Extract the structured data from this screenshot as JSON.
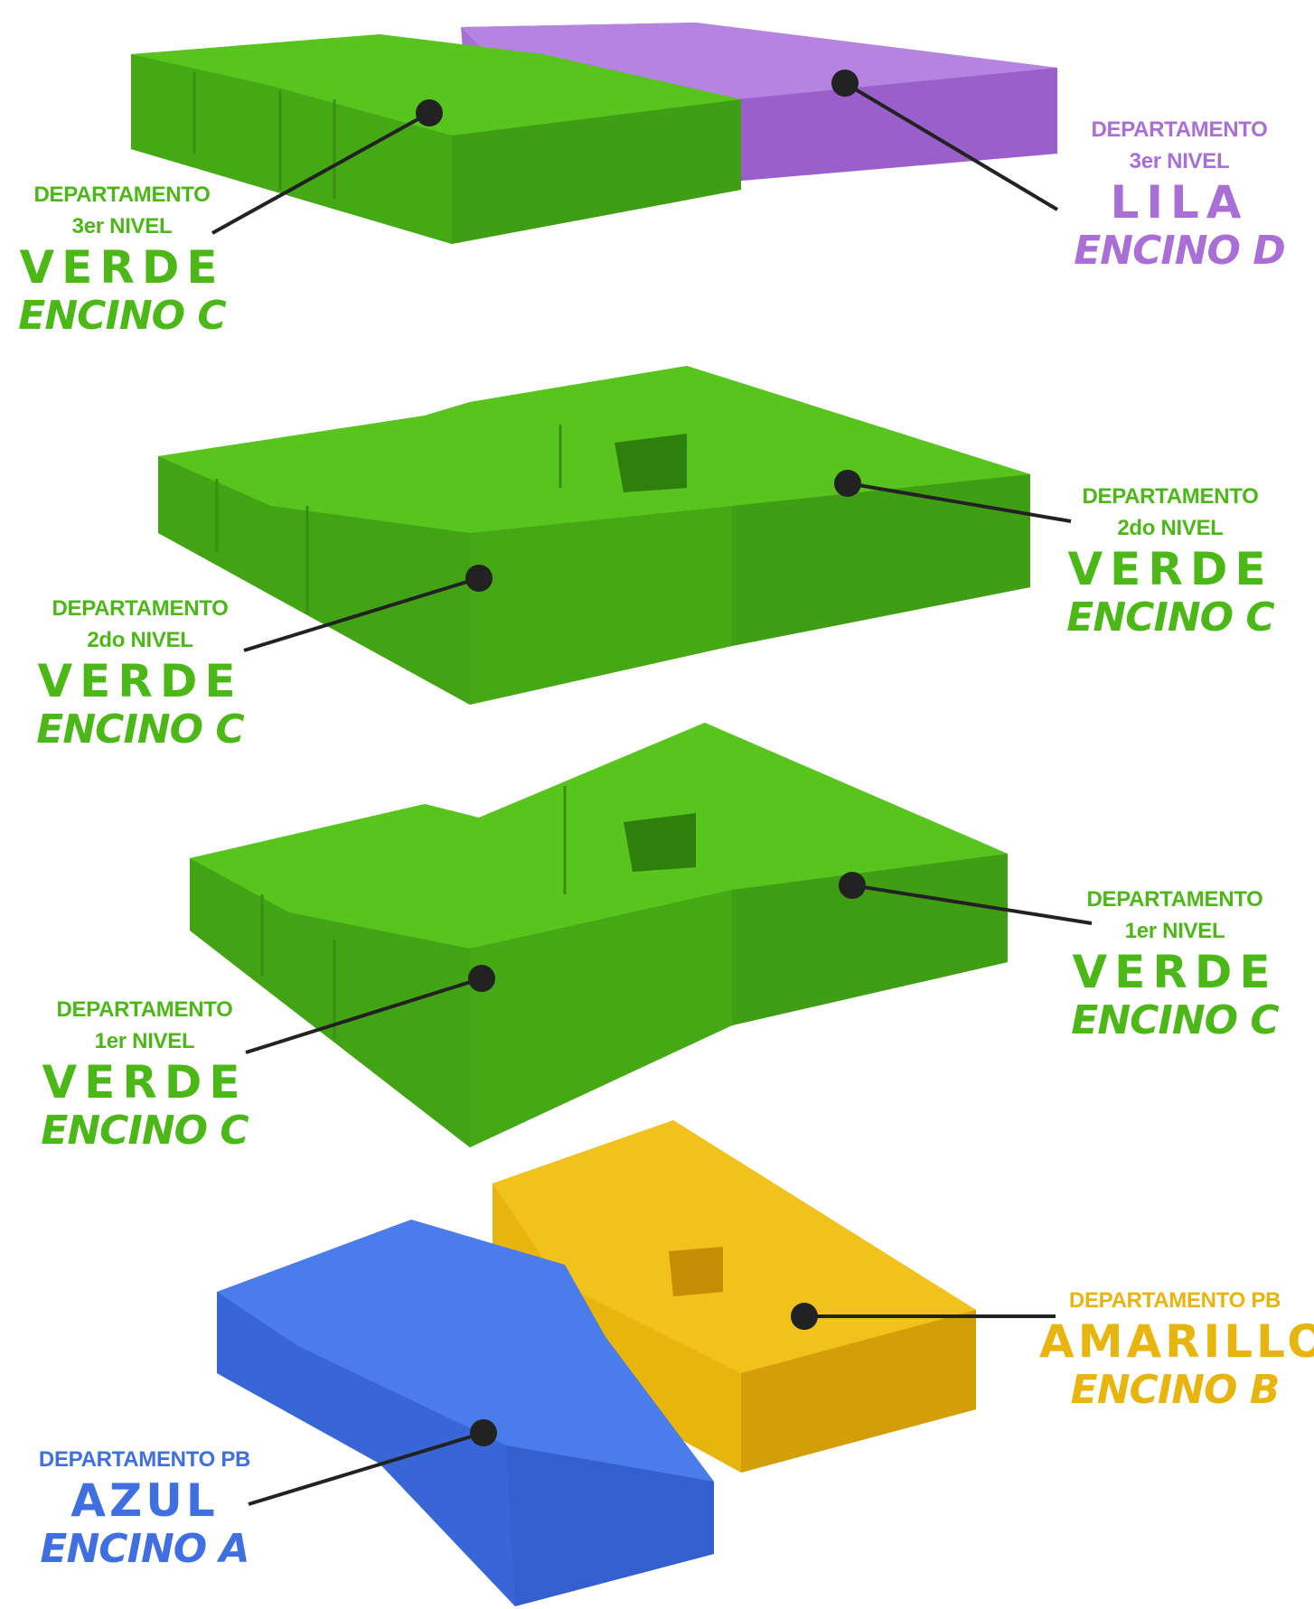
{
  "palette": {
    "green": "#4cb817",
    "green_dark": "#3a8f12",
    "lila": "#a96fd6",
    "blue": "#3f6fe0",
    "yellow": "#e8b40e",
    "line": "#222222"
  },
  "labels": [
    {
      "id": "l3-left",
      "dept": "DEPARTAMENTO",
      "level": "3er NIVEL",
      "color_name": "VERDE",
      "model": "ENCINO C",
      "tone": "green"
    },
    {
      "id": "l3-right",
      "dept": "DEPARTAMENTO",
      "level": "3er NIVEL",
      "color_name": "LILA",
      "model": "ENCINO D",
      "tone": "lila"
    },
    {
      "id": "l2-left",
      "dept": "DEPARTAMENTO",
      "level": "2do NIVEL",
      "color_name": "VERDE",
      "model": "ENCINO C",
      "tone": "green"
    },
    {
      "id": "l2-right",
      "dept": "DEPARTAMENTO",
      "level": "2do NIVEL",
      "color_name": "VERDE",
      "model": "ENCINO C",
      "tone": "green"
    },
    {
      "id": "l1-left",
      "dept": "DEPARTAMENTO",
      "level": "1er NIVEL",
      "color_name": "VERDE",
      "model": "ENCINO C",
      "tone": "green"
    },
    {
      "id": "l1-right",
      "dept": "DEPARTAMENTO",
      "level": "1er NIVEL",
      "color_name": "VERDE",
      "model": "ENCINO C",
      "tone": "green"
    },
    {
      "id": "pb-right",
      "dept": "DEPARTAMENTO PB",
      "color_name": "AMARILLO",
      "model": "ENCINO B",
      "tone": "yellow"
    },
    {
      "id": "pb-left",
      "dept": "DEPARTAMENTO PB",
      "color_name": "AZUL",
      "model": "ENCINO A",
      "tone": "blue"
    }
  ]
}
